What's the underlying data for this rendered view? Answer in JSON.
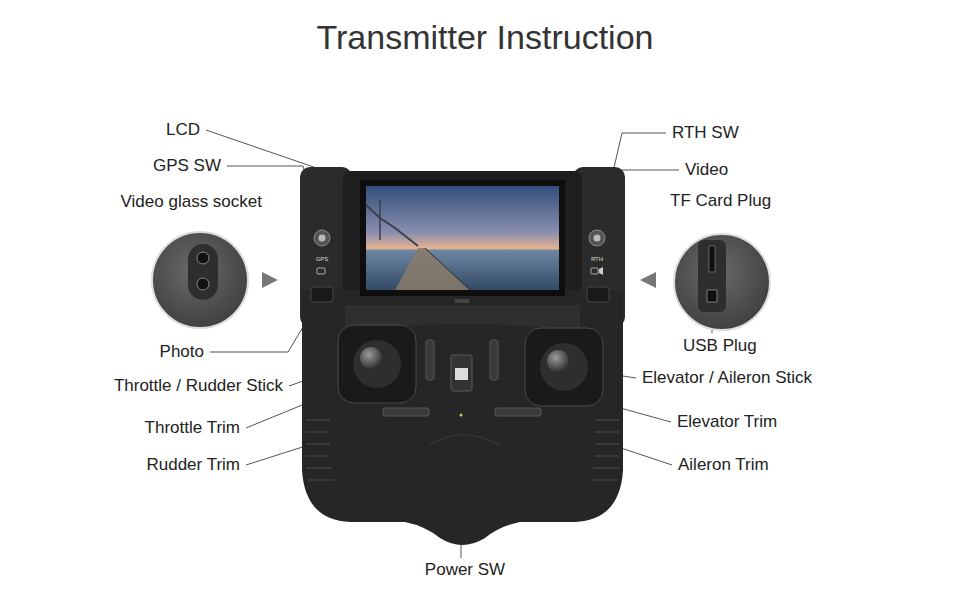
{
  "diagram": {
    "title": "Transmitter Instruction",
    "labels": [
      "LCD",
      "GPS SW",
      "Video glass socket",
      "GPS",
      "RTH",
      "RTH SW",
      "Video",
      "TF Card Plug",
      "Photo",
      "USB Plug",
      "Throttle / Rudder Stick",
      "Elevator / Aileron Stick",
      "Throttle Trim",
      "Elevator Trim",
      "Rudder Trim",
      "Aileron Trim",
      "Power SW"
    ]
  }
}
